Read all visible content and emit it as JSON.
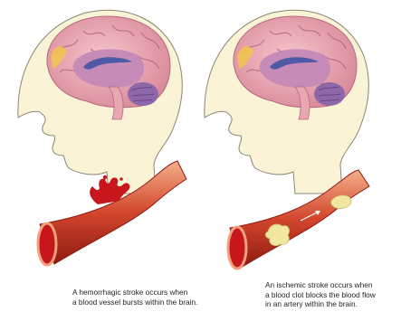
{
  "panels": [
    {
      "type": "hemorrhagic",
      "caption_lines": [
        "A hemorrhagic stroke occurs when",
        "a blood vessel bursts within the brain."
      ]
    },
    {
      "type": "ischemic",
      "caption_lines": [
        "An ischemic stroke occurs when",
        "a blood clot blocks the blood flow",
        "in an artery within the brain."
      ]
    }
  ],
  "colors": {
    "skin": "#fbf3d6",
    "skin_outline": "#8a8576",
    "brain_outer": "#e9a7b4",
    "brain_inner": "#c78bb8",
    "cerebellum": "#8d67a9",
    "ventricle": "#4f5aa6",
    "blood": "#c8161d",
    "blood_dark": "#8e0f14",
    "vessel_wall": "#f1a17c",
    "clot": "#f1e7a0"
  }
}
